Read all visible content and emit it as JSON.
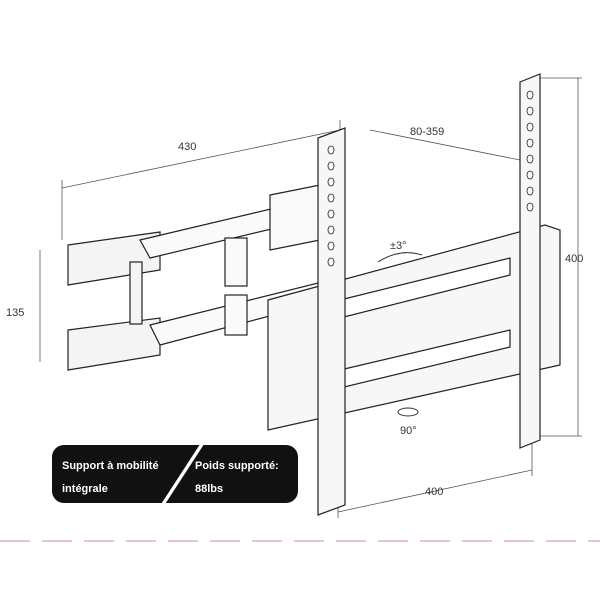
{
  "dimensions": {
    "arm_extension": "430",
    "profile_depth": "80-359",
    "arm_spacing": "135",
    "vesa_height": "400",
    "vesa_width": "400",
    "tilt": "±3°",
    "rotation": "90°"
  },
  "badge": {
    "feature_line1": "Support à mobilité",
    "feature_line2": "intégrale",
    "weight_label": "Poids supporté:",
    "weight_value": "88lbs"
  },
  "colors": {
    "badge_bg": "#111111",
    "separator": "#d9a0a0"
  }
}
